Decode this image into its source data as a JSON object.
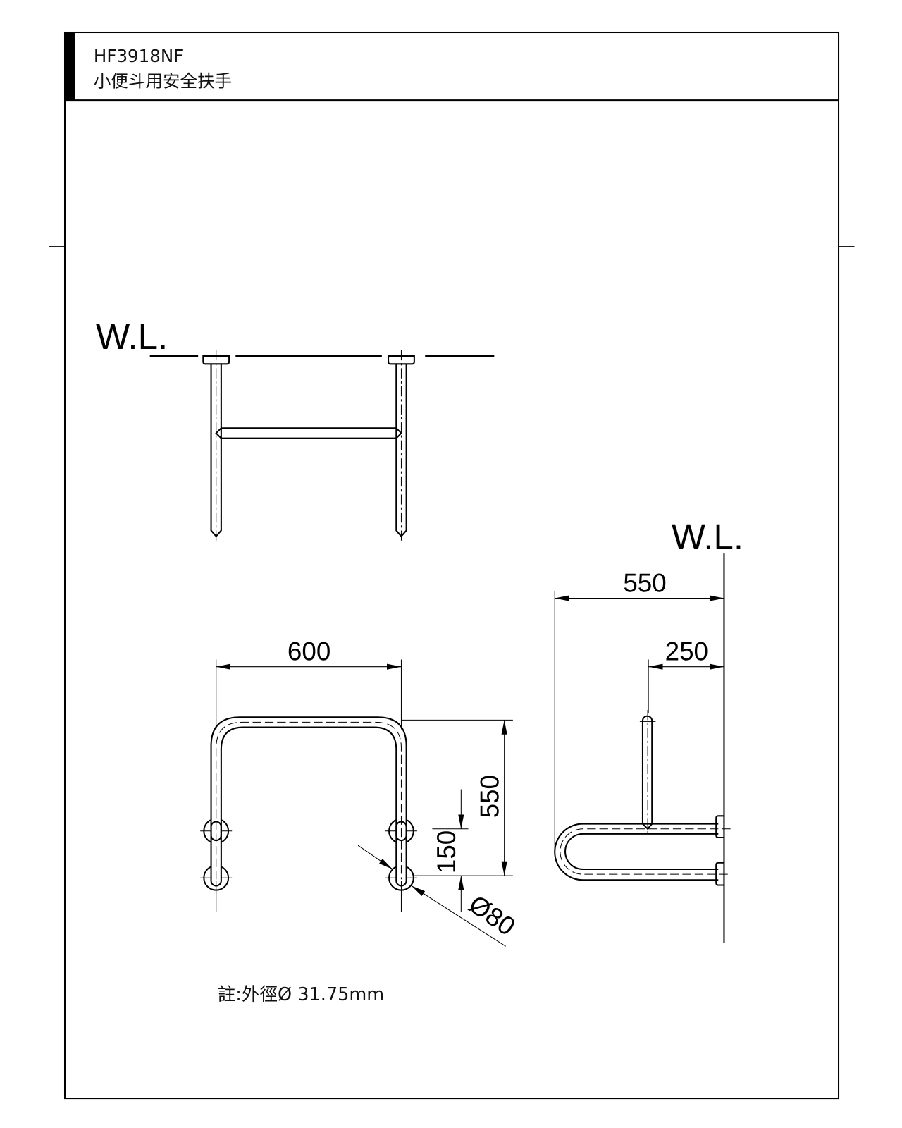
{
  "header": {
    "model": "HF3918NF",
    "product_name": "小便斗用安全扶手"
  },
  "top_view": {
    "water_level_label": "W.L."
  },
  "front_view": {
    "width_dim": "600",
    "height_dim": "550",
    "mount_spacing_dim": "150",
    "rosette_diameter_dim": "Ø80"
  },
  "side_view": {
    "water_level_label": "W.L.",
    "depth_dim": "550",
    "upright_offset_dim": "250"
  },
  "note": "註:外徑Ø 31.75mm"
}
